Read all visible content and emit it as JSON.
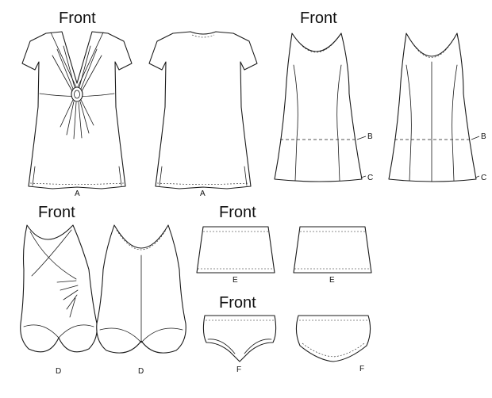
{
  "headings": {
    "tunic": "Front",
    "dress": "Front",
    "swimsuit": "Front",
    "skirt": "Front",
    "brief": "Front"
  },
  "labels": {
    "tunic_front": "A",
    "tunic_back": "A",
    "dress_front_b": "B",
    "dress_front_c": "C",
    "dress_back_b": "B",
    "dress_back_c": "C",
    "swimsuit_front": "D",
    "swimsuit_back": "D",
    "skirt_front": "E",
    "skirt_back": "E",
    "brief_front": "F",
    "brief_back": "F"
  },
  "colors": {
    "line": "#1a1a1a",
    "paper": "#ffffff"
  }
}
